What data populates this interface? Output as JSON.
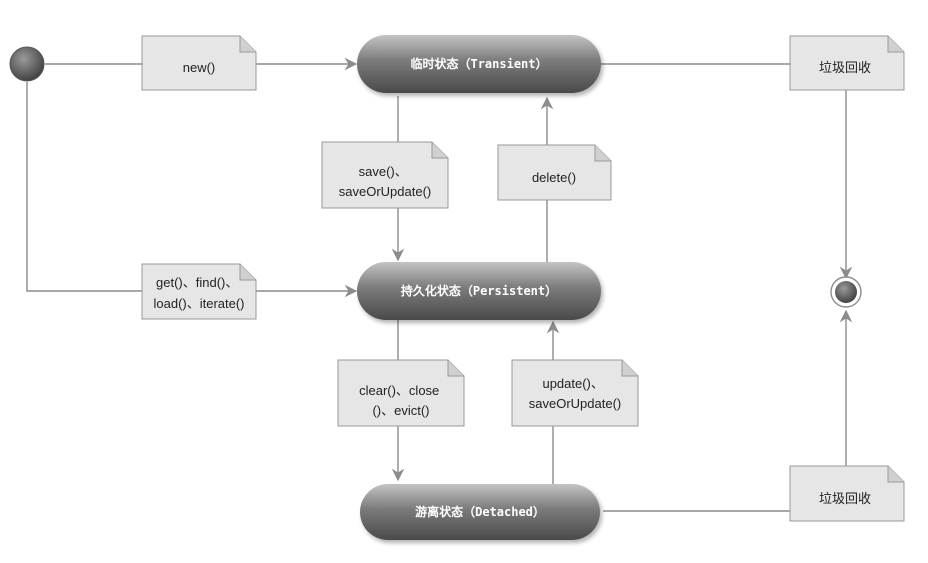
{
  "states": {
    "transient": "临时状态（Transient）",
    "persistent": "持久化状态（Persistent）",
    "detached": "游离状态（Detached）"
  },
  "notes": {
    "new": [
      "new()"
    ],
    "save": [
      "save()、",
      "saveOrUpdate()"
    ],
    "delete": [
      "delete()"
    ],
    "get": [
      "get()、find()、",
      "load()、iterate()"
    ],
    "clear": [
      "clear()、close",
      "()、evict()"
    ],
    "update": [
      "update()、",
      "saveOrUpdate()"
    ],
    "gc_top": [
      "垃圾回收"
    ],
    "gc_bottom": [
      "垃圾回收"
    ]
  },
  "colors": {
    "line": "#8c8c8c",
    "note_fill": "#e6e6e6",
    "note_border": "#9a9a9a",
    "state_dark": "#5a5a5a",
    "state_light": "#bdbdbd"
  }
}
